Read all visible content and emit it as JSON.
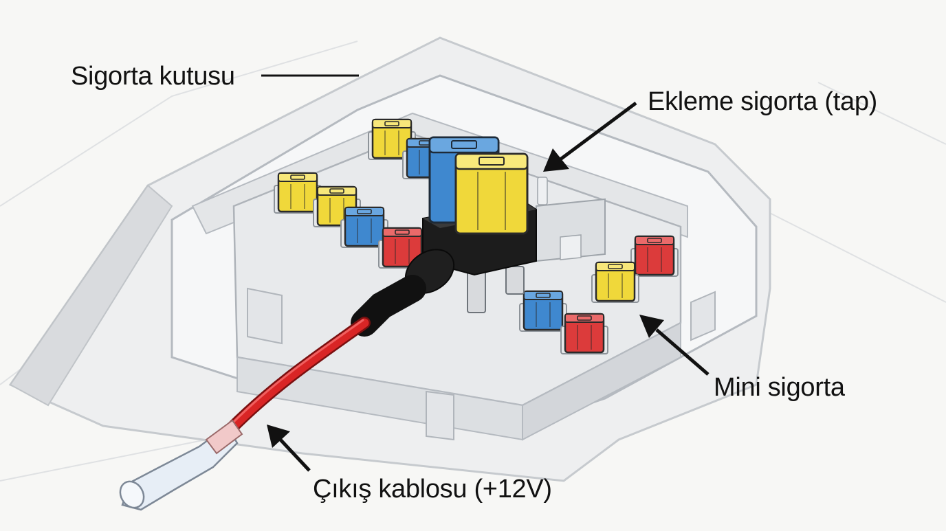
{
  "labels": {
    "fuse_box": "Sigorta kutusu",
    "tap_fuse": "Ekleme sigorta (tap)",
    "mini_fuse": "Mini sigorta",
    "output_cable": "Çıkış kablosu (+12V)"
  },
  "colors": {
    "background": "#f7f7f5",
    "housing": "#f1f2f3",
    "housing_outline": "#b9bec3",
    "fuse_yellow": "#f0d83a",
    "fuse_blue": "#3f88cf",
    "fuse_red": "#dc3b3b",
    "tap_body": "#1c1c1c",
    "cable": "#d92525",
    "arrow": "#111111"
  }
}
